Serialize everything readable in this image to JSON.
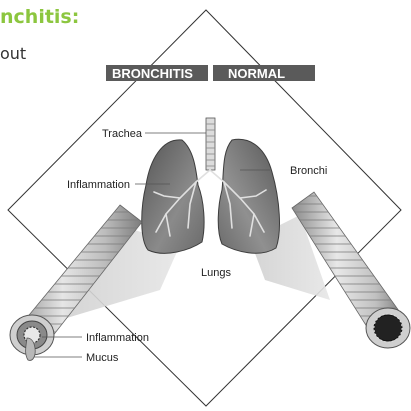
{
  "header": {
    "title": "nchitis:",
    "subtitle": "out"
  },
  "banner": {
    "left": "BRONCHITIS",
    "right": "NORMAL"
  },
  "labels": {
    "trachea": "Trachea",
    "bronchi": "Bronchi",
    "inflammation_top": "Inflammation",
    "lungs": "Lungs",
    "inflammation_bottom": "Inflammation",
    "mucus": "Mucus"
  },
  "colors": {
    "accent": "#8cc63f",
    "banner_dark": "#5a5a5a",
    "lung_fill": "#6e6e6e",
    "tube_outer": "#bdbdbd"
  }
}
